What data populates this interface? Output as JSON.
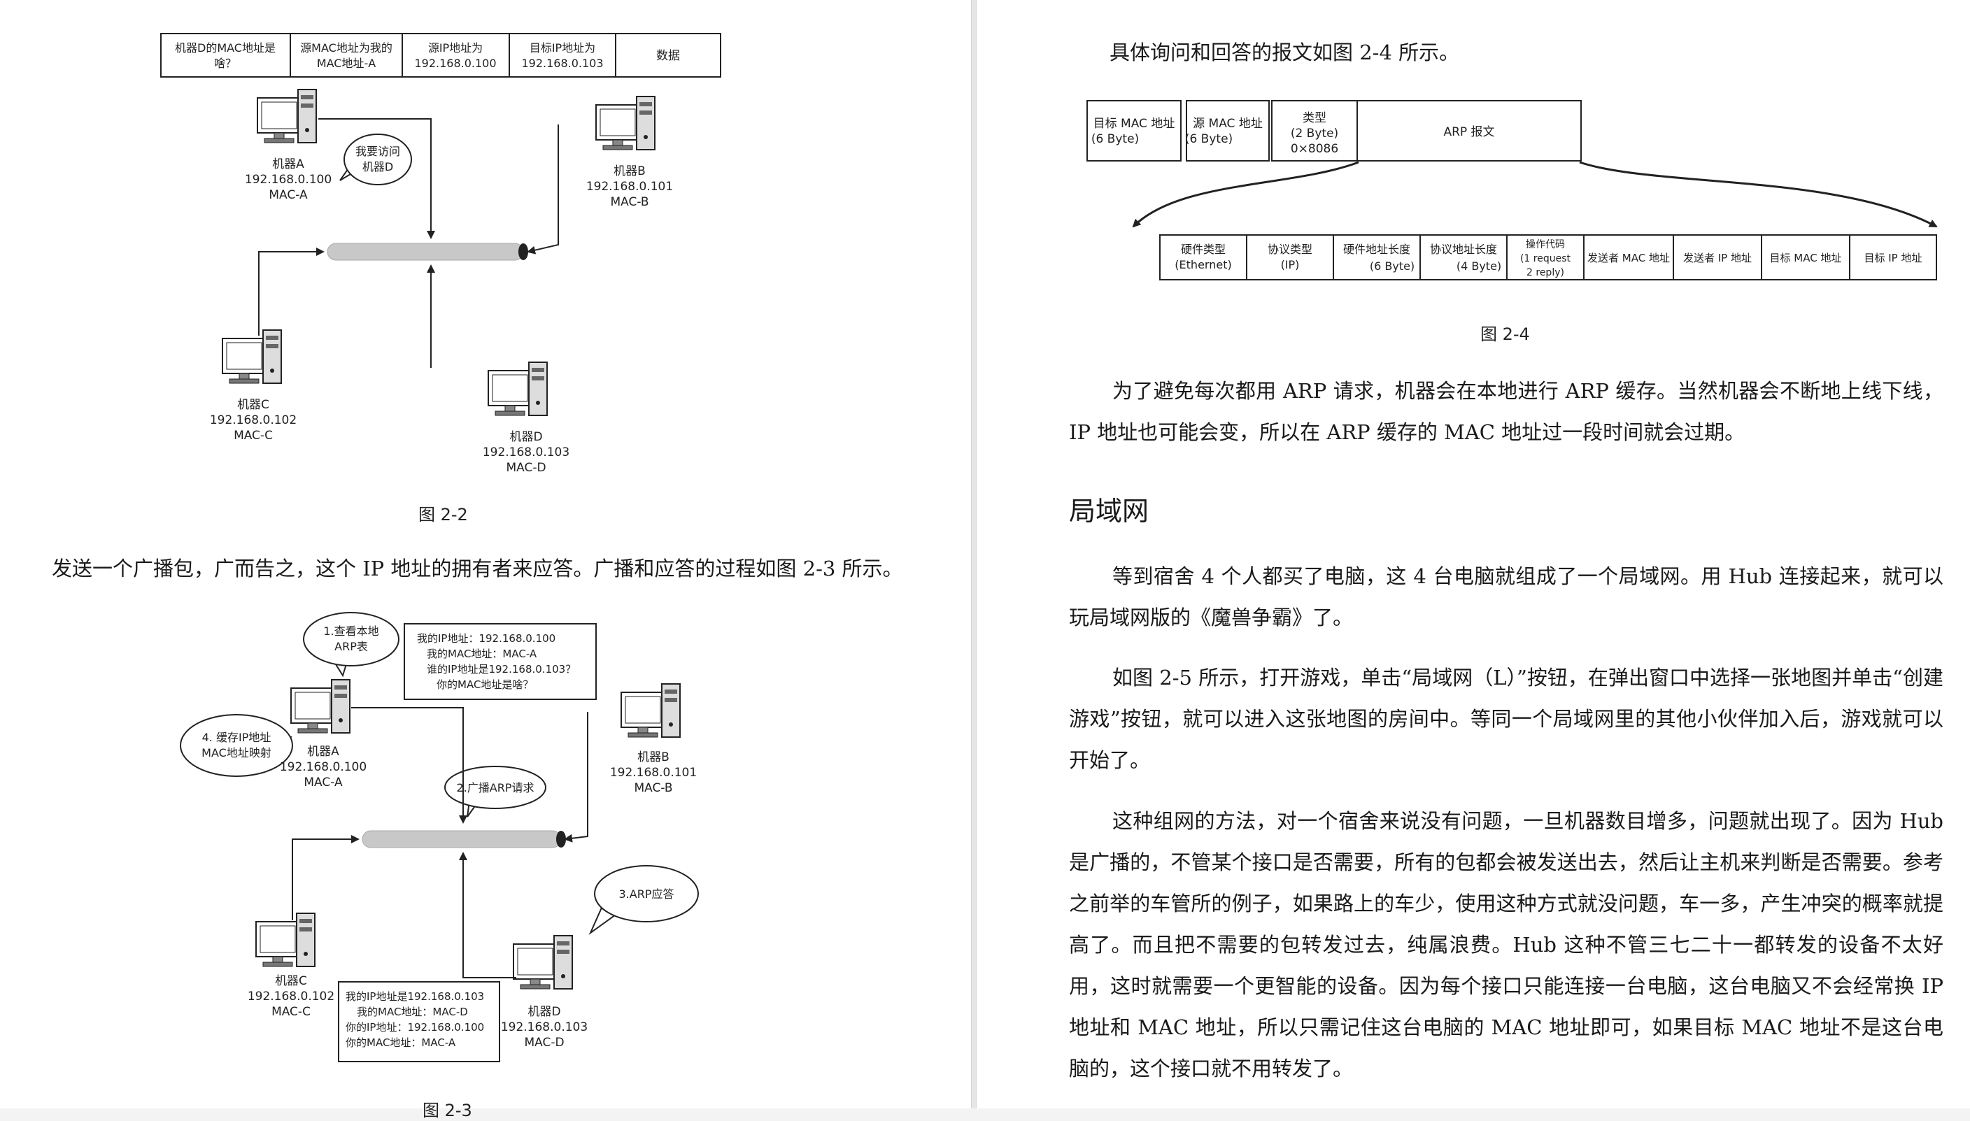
{
  "left_page": {
    "fig22": {
      "header_cells": [
        [
          "机器D的MAC地址是",
          "啥？"
        ],
        [
          "源MAC地址为我的",
          "MAC地址-A"
        ],
        [
          "源IP地址为",
          "192.168.0.100"
        ],
        [
          "目标IP地址为",
          "192.168.0.103"
        ],
        [
          "数据"
        ]
      ],
      "machineA": [
        "机器A",
        "192.168.0.100",
        "MAC-A"
      ],
      "bubbleA": [
        "我要访问",
        "机器D"
      ],
      "machineB": [
        "机器B",
        "192.168.0.101",
        "MAC-B"
      ],
      "machineC": [
        "机器C",
        "192.168.0.102",
        "MAC-C"
      ],
      "machineD": [
        "机器D",
        "192.168.0.103",
        "MAC-D"
      ],
      "caption": "图 2-2"
    },
    "paragraph": "发送一个广播包，广而告之，这个 IP 地址的拥有者来应答。广播和应答的过程如图 2-3 所示。",
    "fig23": {
      "bubble1": [
        "1.查看本地",
        "ARP表"
      ],
      "box_top": [
        "我的IP地址：192.168.0.100",
        "我的MAC地址：MAC-A",
        "谁的IP地址是192.168.0.103？",
        "你的MAC地址是啥？"
      ],
      "bubble4": [
        "4. 缓存IP地址",
        "MAC地址映射"
      ],
      "machineA": [
        "机器A",
        "192.168.0.100",
        "MAC-A"
      ],
      "bubble2": [
        "2.广播ARP请求"
      ],
      "machineB": [
        "机器B",
        "192.168.0.101",
        "MAC-B"
      ],
      "bubble3": [
        "3.ARP应答"
      ],
      "machineC": [
        "机器C",
        "192.168.0.102",
        "MAC-C"
      ],
      "box_bottom": [
        "我的IP地址是192.168.0.103",
        "我的MAC地址：MAC-D",
        "你的IP地址：192.168.0.100",
        "你的MAC地址：MAC-A"
      ],
      "machineD": [
        "机器D",
        "192.168.0.103",
        "MAC-D"
      ],
      "caption": "图 2-3"
    }
  },
  "right_page": {
    "intro": "具体询问和回答的报文如图 2-4 所示。",
    "fig24": {
      "top_cells": [
        [
          "目标 MAC 地址",
          "(6 Byte)"
        ],
        [
          "源 MAC 地址",
          "(6 Byte)"
        ],
        [
          "类型",
          "(2 Byte)",
          "0×8086"
        ],
        [
          "ARP 报文"
        ]
      ],
      "bottom_cells": [
        [
          "硬件类型",
          "(Ethernet)"
        ],
        [
          "协议类型",
          "(IP)"
        ],
        [
          "硬件地址长度",
          "(6 Byte)"
        ],
        [
          "协议地址长度",
          "(4 Byte)"
        ],
        [
          "操作代码",
          "(1 request",
          "2 reply)"
        ],
        [
          "发送者 MAC 地址"
        ],
        [
          "发送者 IP 地址"
        ],
        [
          "目标 MAC 地址"
        ],
        [
          "目标 IP 地址"
        ]
      ],
      "caption": "图 2-4"
    },
    "para1": "为了避免每次都用 ARP 请求，机器会在本地进行 ARP 缓存。当然机器会不断地上线下线，IP 地址也可能会变，所以在 ARP 缓存的 MAC 地址过一段时间就会过期。",
    "heading": "局域网",
    "para2": "等到宿舍 4 个人都买了电脑，这 4 台电脑就组成了一个局域网。用 Hub 连接起来，就可以玩局域网版的《魔兽争霸》了。",
    "para3": "如图 2-5 所示，打开游戏，单击“局域网（L）”按钮，在弹出窗口中选择一张地图并单击“创建游戏”按钮，就可以进入这张地图的房间中。等同一个局域网里的其他小伙伴加入后，游戏就可以开始了。",
    "para4": "这种组网的方法，对一个宿舍来说没有问题，一旦机器数目增多，问题就出现了。因为 Hub 是广播的，不管某个接口是否需要，所有的包都会被发送出去，然后让主机来判断是否需要。参考之前举的车管所的例子，如果路上的车少，使用这种方式就没问题，车一多，产生冲突的概率就提高了。而且把不需要的包转发过去，纯属浪费。Hub 这种不管三七二十一都转发的设备不太好用，这时就需要一个更智能的设备。因为每个接口只能连接一台电脑，这台电脑又不会经常换 IP 地址和 MAC 地址，所以只需记住这台电脑的 MAC 地址即可，如果目标 MAC 地址不是这台电脑的，这个接口就不用转发了。"
  }
}
